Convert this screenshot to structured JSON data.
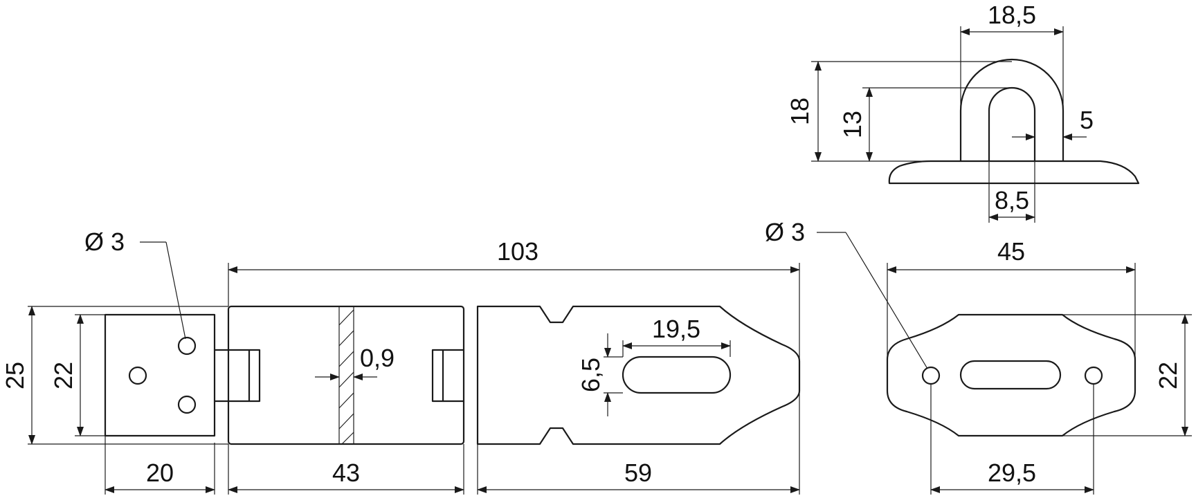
{
  "dimensions": {
    "overall_length": "103",
    "hinge_part_length": "20",
    "middle_part_length": "43",
    "hasp_part_length": "59",
    "outer_height": "25",
    "inner_height": "22",
    "thickness": "0,9",
    "slot_length": "19,5",
    "slot_width": "6,5",
    "hole_diameter_hasp": "Ø 3",
    "staple_width": "18,5",
    "staple_height": "18",
    "staple_inner_height": "13",
    "staple_wire": "5",
    "staple_inner_width": "8,5",
    "plate_length": "45",
    "plate_height": "22",
    "hole_spacing": "29,5",
    "hole_diameter_plate": "Ø 3"
  }
}
